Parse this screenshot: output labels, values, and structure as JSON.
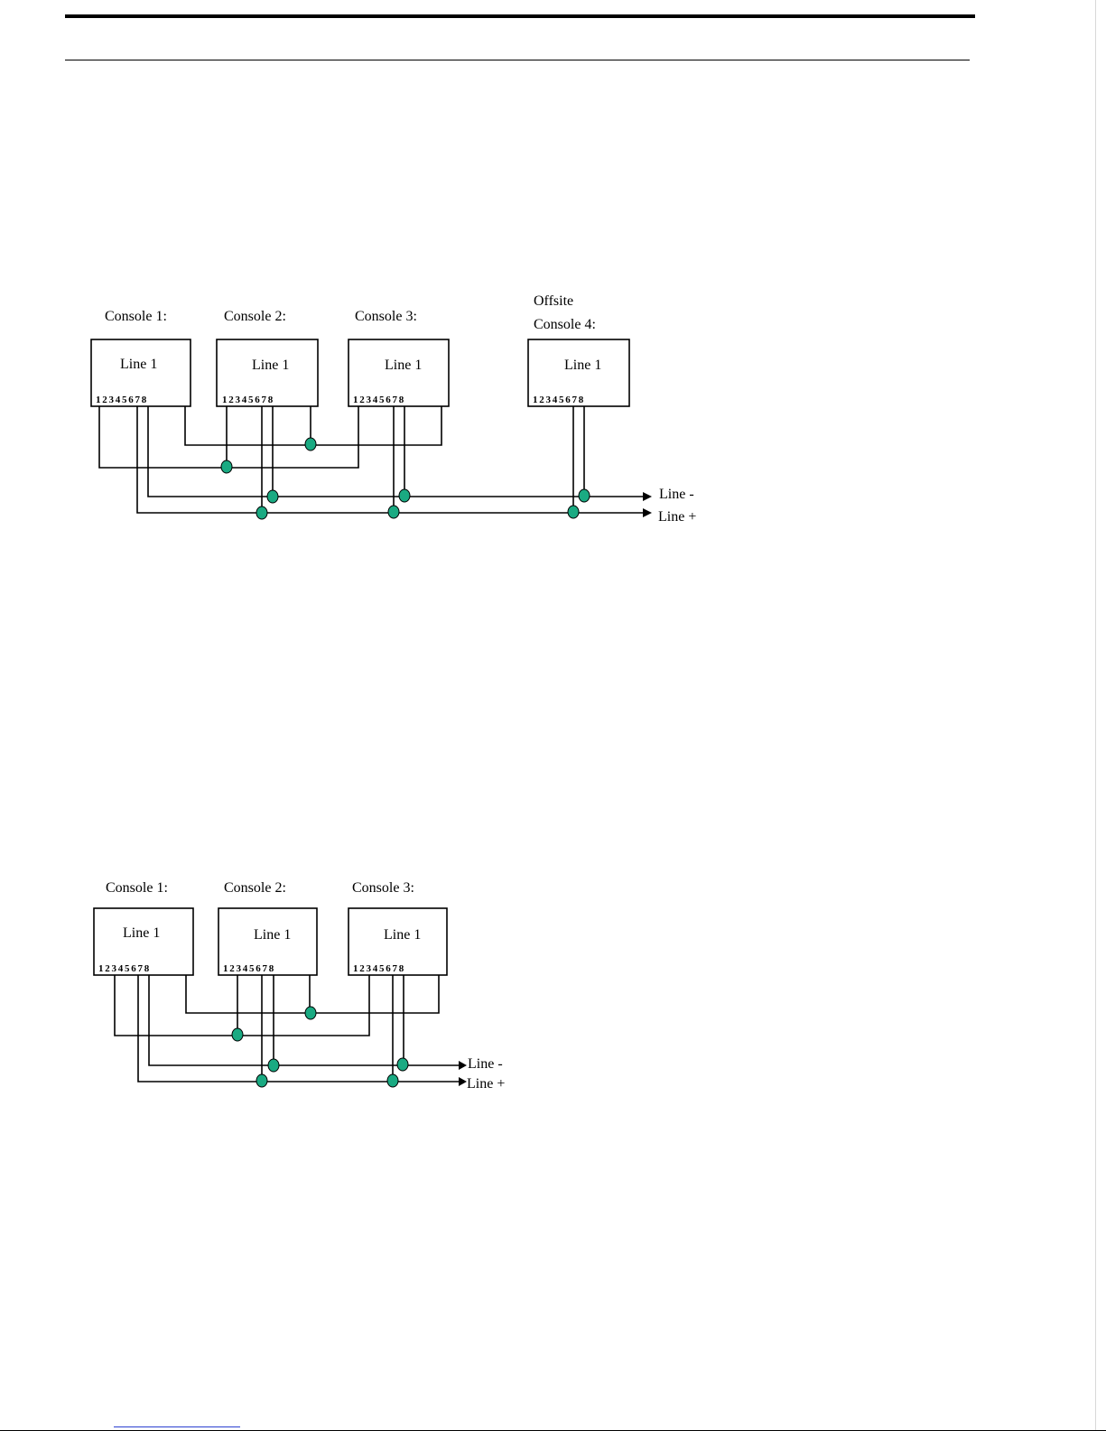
{
  "diagram_top": {
    "consoles": [
      {
        "name_lines": [
          "Console 1:"
        ],
        "box_label": "Line 1",
        "pins": "1 2 3 4 5 6 7 8"
      },
      {
        "name_lines": [
          "Console 2:"
        ],
        "box_label": "Line 1",
        "pins": "1 2 3 4 5 6 7 8"
      },
      {
        "name_lines": [
          "Console 3:"
        ],
        "box_label": "Line 1",
        "pins": "1 2 3 4 5 6 7 8"
      },
      {
        "name_lines": [
          "Offsite",
          "Console 4:"
        ],
        "box_label": "Line 1",
        "pins": "1 2 3 4 5 6 7 8"
      }
    ],
    "line_minus_label": "Line -",
    "line_plus_label": "Line +"
  },
  "diagram_bottom": {
    "consoles": [
      {
        "name_lines": [
          "Console 1:"
        ],
        "box_label": "Line 1",
        "pins": "1 2 3 4 5 6 7 8"
      },
      {
        "name_lines": [
          "Console 2:"
        ],
        "box_label": "Line 1",
        "pins": "1 2 3 4 5 6 7 8"
      },
      {
        "name_lines": [
          "Console 3:"
        ],
        "box_label": "Line 1",
        "pins": "1 2 3 4 5 6 7 8"
      }
    ],
    "line_minus_label": "Line -",
    "line_plus_label": "Line +"
  },
  "colors": {
    "junction": "#1aaa82",
    "wire": "#000000"
  }
}
